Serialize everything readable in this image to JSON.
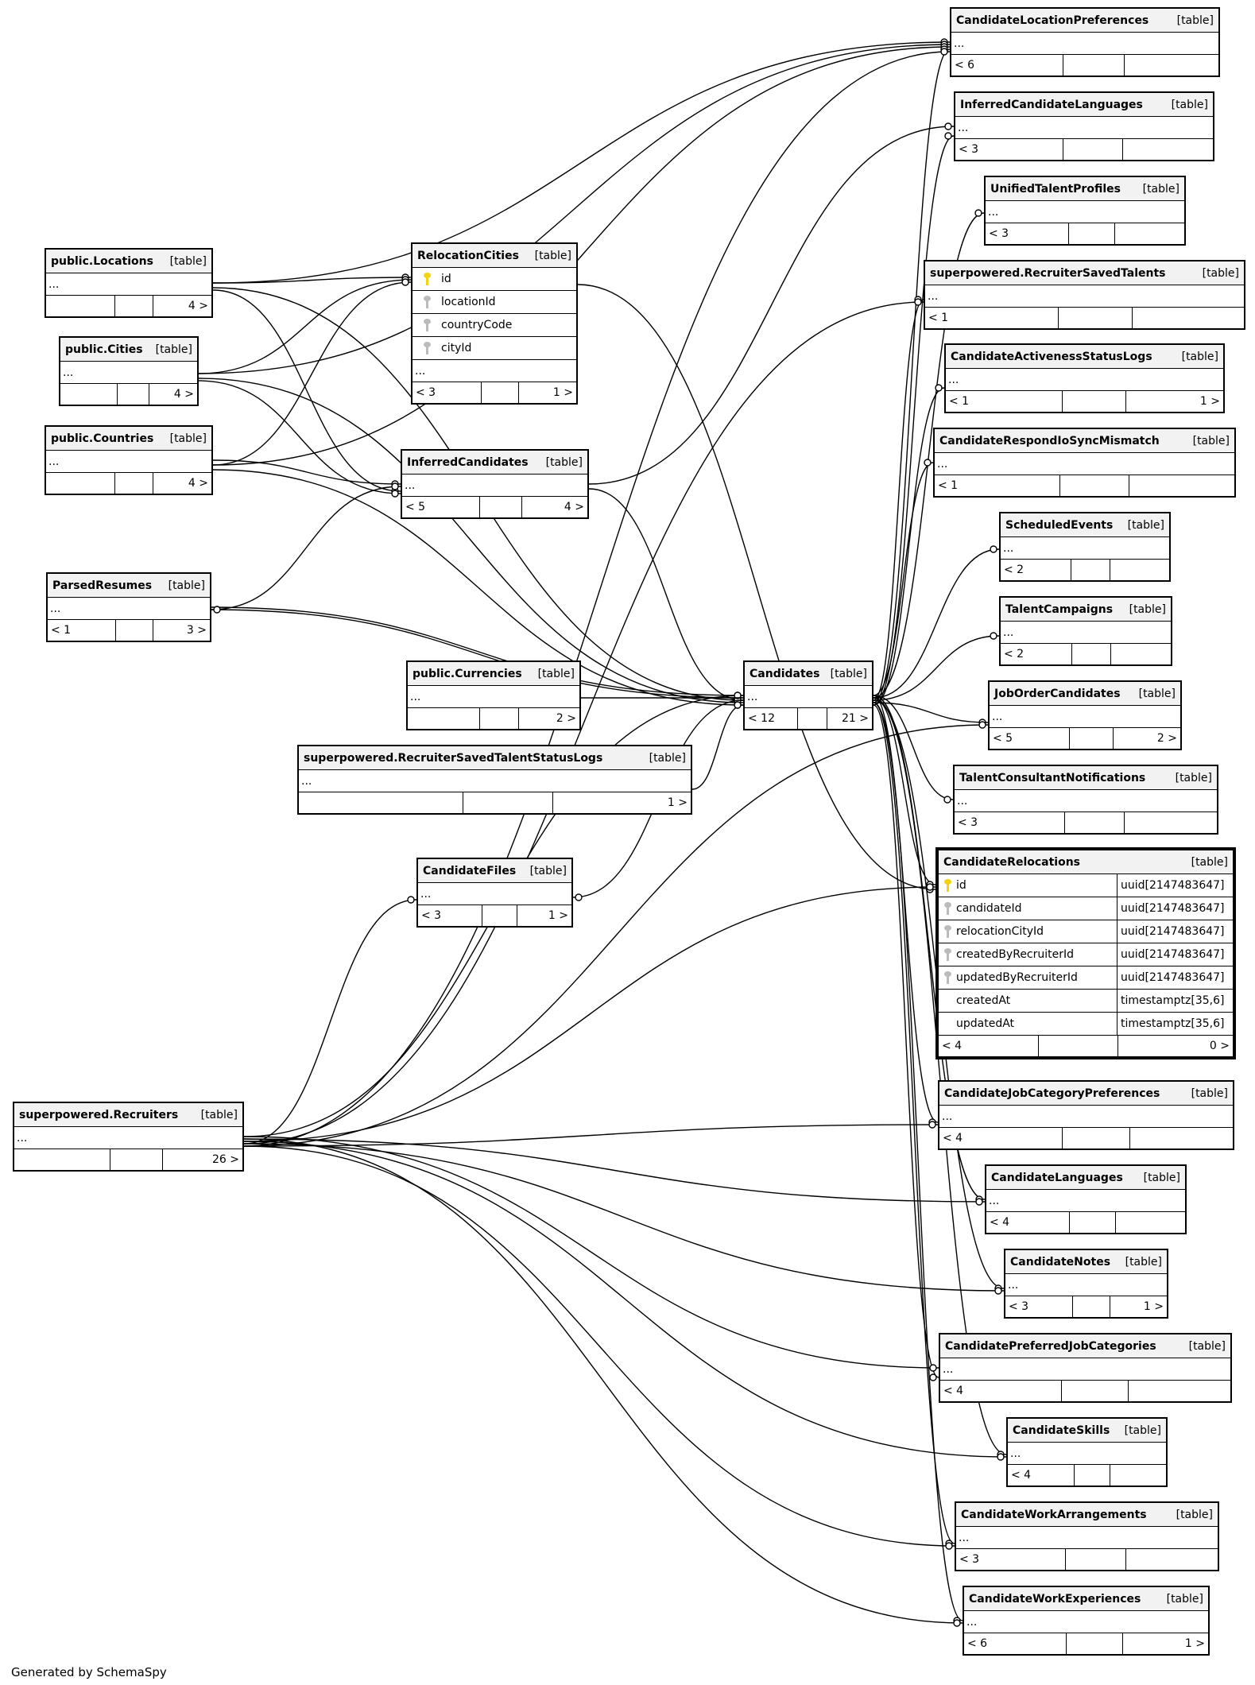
{
  "footer_text": "Generated by SchemaSpy",
  "tables": {
    "CandidateLocationPreferences": {
      "name": "CandidateLocationPreferences",
      "type": "[table]",
      "ellipsis": "...",
      "parents": "< 6",
      "children": ""
    },
    "InferredCandidateLanguages": {
      "name": "InferredCandidateLanguages",
      "type": "[table]",
      "ellipsis": "...",
      "parents": "< 3",
      "children": ""
    },
    "UnifiedTalentProfiles": {
      "name": "UnifiedTalentProfiles",
      "type": "[table]",
      "ellipsis": "...",
      "parents": "< 3",
      "children": ""
    },
    "RecruiterSavedTalents": {
      "name": "superpowered.RecruiterSavedTalents",
      "type": "[table]",
      "ellipsis": "...",
      "parents": "< 1",
      "children": ""
    },
    "CandidateActivenessStatusLogs": {
      "name": "CandidateActivenessStatusLogs",
      "type": "[table]",
      "ellipsis": "...",
      "parents": "< 1",
      "children": "1 >"
    },
    "CandidateRespondIoSyncMismatch": {
      "name": "CandidateRespondIoSyncMismatch",
      "type": "[table]",
      "ellipsis": "...",
      "parents": "< 1",
      "children": ""
    },
    "ScheduledEvents": {
      "name": "ScheduledEvents",
      "type": "[table]",
      "ellipsis": "...",
      "parents": "< 2",
      "children": ""
    },
    "TalentCampaigns": {
      "name": "TalentCampaigns",
      "type": "[table]",
      "ellipsis": "...",
      "parents": "< 2",
      "children": ""
    },
    "JobOrderCandidates": {
      "name": "JobOrderCandidates",
      "type": "[table]",
      "ellipsis": "...",
      "parents": "< 5",
      "children": "2 >"
    },
    "TalentConsultantNotifications": {
      "name": "TalentConsultantNotifications",
      "type": "[table]",
      "ellipsis": "...",
      "parents": "< 3",
      "children": ""
    },
    "CandidateJobCategoryPreferences": {
      "name": "CandidateJobCategoryPreferences",
      "type": "[table]",
      "ellipsis": "...",
      "parents": "< 4",
      "children": ""
    },
    "CandidateLanguages": {
      "name": "CandidateLanguages",
      "type": "[table]",
      "ellipsis": "...",
      "parents": "< 4",
      "children": ""
    },
    "CandidateNotes": {
      "name": "CandidateNotes",
      "type": "[table]",
      "ellipsis": "...",
      "parents": "< 3",
      "children": "1 >"
    },
    "CandidatePreferredJobCategories": {
      "name": "CandidatePreferredJobCategories",
      "type": "[table]",
      "ellipsis": "...",
      "parents": "< 4",
      "children": ""
    },
    "CandidateSkills": {
      "name": "CandidateSkills",
      "type": "[table]",
      "ellipsis": "...",
      "parents": "< 4",
      "children": ""
    },
    "CandidateWorkArrangements": {
      "name": "CandidateWorkArrangements",
      "type": "[table]",
      "ellipsis": "...",
      "parents": "< 3",
      "children": ""
    },
    "CandidateWorkExperiences": {
      "name": "CandidateWorkExperiences",
      "type": "[table]",
      "ellipsis": "...",
      "parents": "< 6",
      "children": "1 >"
    },
    "Locations": {
      "name": "public.Locations",
      "type": "[table]",
      "ellipsis": "...",
      "parents": "",
      "children": "4 >"
    },
    "Cities": {
      "name": "public.Cities",
      "type": "[table]",
      "ellipsis": "...",
      "parents": "",
      "children": "4 >"
    },
    "Countries": {
      "name": "public.Countries",
      "type": "[table]",
      "ellipsis": "...",
      "parents": "",
      "children": "4 >"
    },
    "ParsedResumes": {
      "name": "ParsedResumes",
      "type": "[table]",
      "ellipsis": "...",
      "parents": "< 1",
      "children": "3 >"
    },
    "InferredCandidates": {
      "name": "InferredCandidates",
      "type": "[table]",
      "ellipsis": "...",
      "parents": "< 5",
      "children": "4 >"
    },
    "Currencies": {
      "name": "public.Currencies",
      "type": "[table]",
      "ellipsis": "...",
      "parents": "",
      "children": "2 >"
    },
    "RecruiterSavedTalentStatusLogs": {
      "name": "superpowered.RecruiterSavedTalentStatusLogs",
      "type": "[table]",
      "ellipsis": "...",
      "parents": "",
      "children": "1 >"
    },
    "CandidateFiles": {
      "name": "CandidateFiles",
      "type": "[table]",
      "ellipsis": "...",
      "parents": "< 3",
      "children": "1 >"
    },
    "Recruiters": {
      "name": "superpowered.Recruiters",
      "type": "[table]",
      "ellipsis": "...",
      "parents": "",
      "children": "26 >"
    },
    "Candidates": {
      "name": "Candidates",
      "type": "[table]",
      "ellipsis": "...",
      "parents": "< 12",
      "children": "21 >"
    },
    "RelocationCities": {
      "name": "RelocationCities",
      "type": "[table]",
      "ellipsis": "...",
      "parents": "< 3",
      "children": "1 >",
      "columns": [
        {
          "name": "id",
          "key": "pk"
        },
        {
          "name": "locationId",
          "key": "fk"
        },
        {
          "name": "countryCode",
          "key": "fk"
        },
        {
          "name": "cityId",
          "key": "fk"
        }
      ]
    },
    "CandidateRelocations": {
      "name": "CandidateRelocations",
      "type": "[table]",
      "parents": "< 4",
      "children": "0 >",
      "columns": [
        {
          "name": "id",
          "key": "pk",
          "type": "uuid[2147483647]"
        },
        {
          "name": "candidateId",
          "key": "fk",
          "type": "uuid[2147483647]"
        },
        {
          "name": "relocationCityId",
          "key": "fk",
          "type": "uuid[2147483647]"
        },
        {
          "name": "createdByRecruiterId",
          "key": "fk",
          "type": "uuid[2147483647]"
        },
        {
          "name": "updatedByRecruiterId",
          "key": "fk",
          "type": "uuid[2147483647]"
        },
        {
          "name": "createdAt",
          "key": "",
          "type": "timestamptz[35,6]"
        },
        {
          "name": "updatedAt",
          "key": "",
          "type": "timestamptz[35,6]"
        }
      ]
    }
  },
  "relationships": [
    [
      "Locations",
      "CandidateLocationPreferences"
    ],
    [
      "Cities",
      "CandidateLocationPreferences"
    ],
    [
      "Countries",
      "CandidateLocationPreferences"
    ],
    [
      "Candidates",
      "CandidateLocationPreferences"
    ],
    [
      "Recruiters",
      "CandidateLocationPreferences"
    ],
    [
      "Locations",
      "RelocationCities"
    ],
    [
      "Cities",
      "RelocationCities"
    ],
    [
      "Countries",
      "RelocationCities"
    ],
    [
      "Locations",
      "InferredCandidates"
    ],
    [
      "Cities",
      "InferredCandidates"
    ],
    [
      "Countries",
      "InferredCandidates"
    ],
    [
      "ParsedResumes",
      "InferredCandidates"
    ],
    [
      "Locations",
      "Candidates"
    ],
    [
      "Cities",
      "Candidates"
    ],
    [
      "Countries",
      "Candidates"
    ],
    [
      "ParsedResumes",
      "Candidates"
    ],
    [
      "Currencies",
      "Candidates"
    ],
    [
      "InferredCandidates",
      "Candidates"
    ],
    [
      "RelocationCities",
      "CandidateRelocations"
    ],
    [
      "Candidates",
      "InferredCandidateLanguages"
    ],
    [
      "InferredCandidates",
      "InferredCandidateLanguages"
    ],
    [
      "Candidates",
      "UnifiedTalentProfiles"
    ],
    [
      "Candidates",
      "RecruiterSavedTalents"
    ],
    [
      "Recruiters",
      "RecruiterSavedTalents"
    ],
    [
      "Candidates",
      "CandidateActivenessStatusLogs"
    ],
    [
      "Candidates",
      "CandidateRespondIoSyncMismatch"
    ],
    [
      "Candidates",
      "ScheduledEvents"
    ],
    [
      "Candidates",
      "TalentCampaigns"
    ],
    [
      "Candidates",
      "JobOrderCandidates"
    ],
    [
      "Recruiters",
      "JobOrderCandidates"
    ],
    [
      "Candidates",
      "TalentConsultantNotifications"
    ],
    [
      "Candidates",
      "CandidateRelocations"
    ],
    [
      "Recruiters",
      "CandidateRelocations"
    ],
    [
      "Candidates",
      "CandidateJobCategoryPreferences"
    ],
    [
      "Recruiters",
      "CandidateJobCategoryPreferences"
    ],
    [
      "Candidates",
      "CandidateLanguages"
    ],
    [
      "Recruiters",
      "CandidateLanguages"
    ],
    [
      "Candidates",
      "CandidateNotes"
    ],
    [
      "Recruiters",
      "CandidateNotes"
    ],
    [
      "Candidates",
      "CandidatePreferredJobCategories"
    ],
    [
      "Recruiters",
      "CandidatePreferredJobCategories"
    ],
    [
      "Candidates",
      "CandidateSkills"
    ],
    [
      "Recruiters",
      "CandidateSkills"
    ],
    [
      "Candidates",
      "CandidateWorkArrangements"
    ],
    [
      "Recruiters",
      "CandidateWorkArrangements"
    ],
    [
      "Candidates",
      "CandidateWorkExperiences"
    ],
    [
      "Recruiters",
      "CandidateWorkExperiences"
    ],
    [
      "Candidates",
      "CandidateFiles"
    ],
    [
      "Recruiters",
      "CandidateFiles"
    ],
    [
      "RecruiterSavedTalentStatusLogs",
      "Candidates"
    ],
    [
      "Recruiters",
      "Candidates"
    ],
    [
      "Candidates",
      "ParsedResumes"
    ]
  ]
}
